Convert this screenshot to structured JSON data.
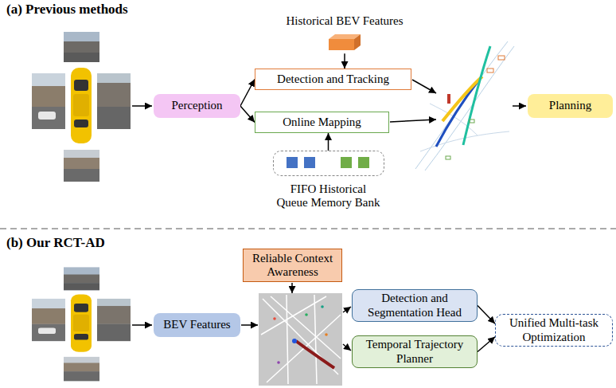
{
  "diagram": {
    "nodes": [
      {
        "text": [
          "Historical BEV Features"
        ]
      },
      {
        "text": [
          "Perception"
        ]
      },
      {
        "text": [
          "Detection and Tracking"
        ]
      },
      {
        "text": [
          "Online Mapping"
        ]
      },
      {
        "text": [
          "FIFO Historical Queue Memory Bank"
        ]
      },
      {
        "text": [
          "Planning"
        ]
      },
      {
        "text": [
          "Reliable Context Awareness"
        ]
      },
      {
        "text": [
          "BEV Features"
        ]
      },
      {
        "text": [
          "Detection and Segmentation Head"
        ]
      },
      {
        "text": [
          "Temporal Trajectory Planner"
        ]
      },
      {
        "text": [
          "Unified Multi-task Optimization"
        ]
      }
    ],
    "edges": [
      {
        "from": 0,
        "to": 2,
        "arrow": "to"
      },
      {
        "from": 1,
        "to": 2,
        "arrow": "to"
      },
      {
        "from": 1,
        "to": 3,
        "arrow": "to"
      },
      {
        "from": 4,
        "to": 3,
        "arrow": "to"
      },
      {
        "from": 8,
        "to": 10,
        "arrow": "to"
      },
      {
        "from": 9,
        "to": 10,
        "arrow": "to"
      }
    ],
    "labels": [
      "(a) Previous methods",
      "(b) Our RCT-AD"
    ]
  }
}
